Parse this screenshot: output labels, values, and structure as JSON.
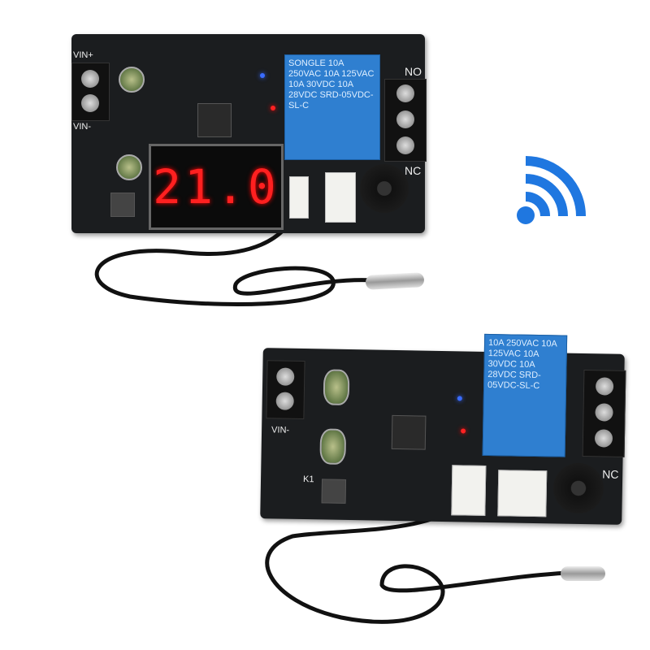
{
  "top_board": {
    "labels": {
      "vin_plus": "VIN+",
      "vin_minus": "VIN-",
      "no": "NO",
      "nc": "NC"
    },
    "display_value": "21.0",
    "relay_text": "SONGLE 10A 250VAC 10A 125VAC 10A 30VDC 10A 28VDC SRD-05VDC-SL-C"
  },
  "bottom_board": {
    "labels": {
      "vin_minus": "VIN-",
      "nc": "NC",
      "k1": "K1"
    },
    "relay_text": "10A 250VAC 10A 125VAC 10A 30VDC 10A 28VDC SRD-05VDC-SL-C"
  },
  "icons": {
    "wireless": "wifi-signal-icon"
  },
  "colors": {
    "wifi": "#1f77e0",
    "pcb": "#1b1d1f",
    "relay": "#2f7fd0",
    "display": "#ff2020"
  }
}
